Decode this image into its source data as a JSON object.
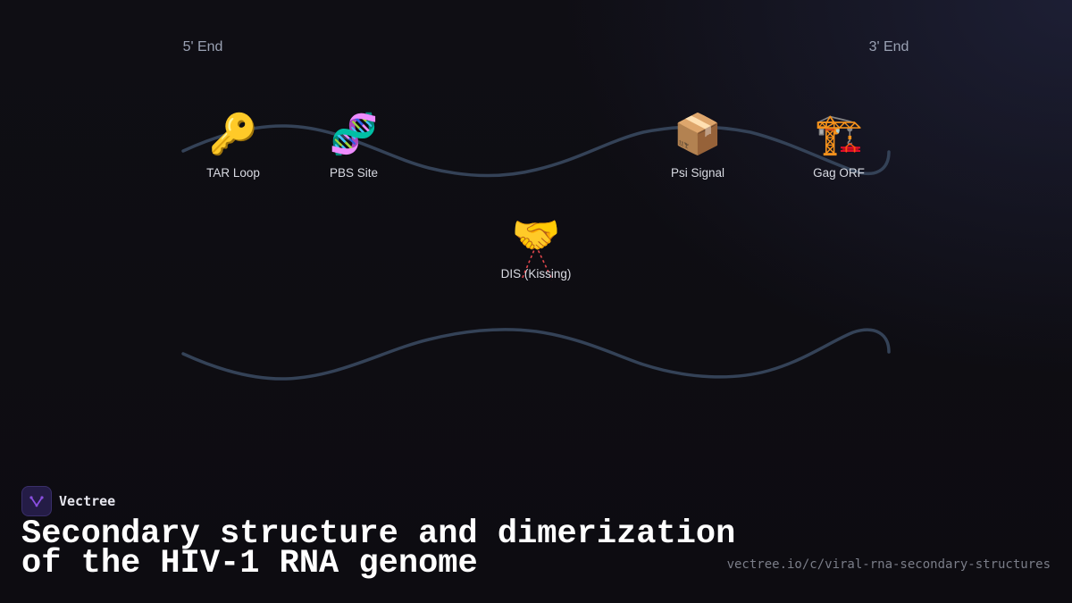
{
  "diagram": {
    "five_prime_label": "5' End",
    "three_prime_label": "3' End",
    "features": [
      {
        "icon": "🔑",
        "icon_name": "key-icon",
        "label": "TAR Loop"
      },
      {
        "icon": "🧬",
        "icon_name": "dna-icon",
        "label": "PBS Site"
      },
      {
        "icon": "📦",
        "icon_name": "package-icon",
        "label": "Psi Signal"
      },
      {
        "icon": "🏗️",
        "icon_name": "crane-icon",
        "label": "Gag ORF"
      }
    ],
    "kissing": {
      "icon": "🤝",
      "icon_name": "handshake-icon",
      "label": "DIS (Kissing)"
    },
    "colors": {
      "strand": "#344257",
      "kissing_line": "#e0464c",
      "end_label": "#9aa1b3",
      "feature_label": "#d8dae2"
    }
  },
  "brand": {
    "name": "Vectree",
    "logo_icon": "vectree-logo-icon",
    "logo_color": "#8a4fe0"
  },
  "title": "Secondary structure and dimerization\nof the HIV-1 RNA genome",
  "url": "vectree.io/c/viral-rna-secondary-structures"
}
